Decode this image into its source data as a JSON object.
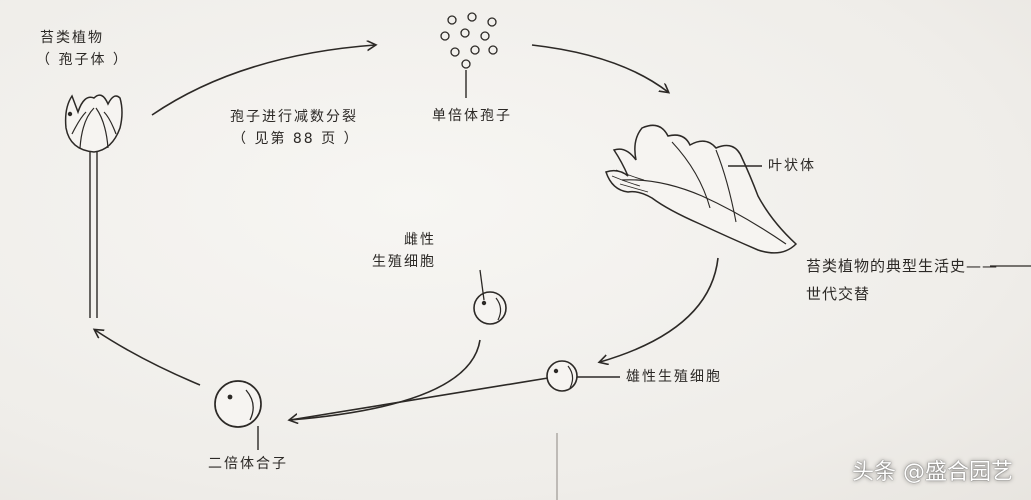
{
  "labels": {
    "sporophyte_line1": "苔类植物",
    "sporophyte_line2": "（ 孢子体 ）",
    "meiosis_line1": "孢子进行减数分裂",
    "meiosis_line2": "（ 见第 88 页 ）",
    "haploid_spores": "单倍体孢子",
    "thallus": "叶状体",
    "female_line1": "雌性",
    "female_line2": "生殖细胞",
    "male_gamete": "雄性生殖细胞",
    "zygote": "二倍体合子"
  },
  "caption": {
    "line1": "苔类植物的典型生活史——",
    "line2": "世代交替"
  },
  "watermark": "头条 @盛合园艺",
  "colors": {
    "ink": "#2c2926",
    "paper": "#f3f1ee"
  }
}
